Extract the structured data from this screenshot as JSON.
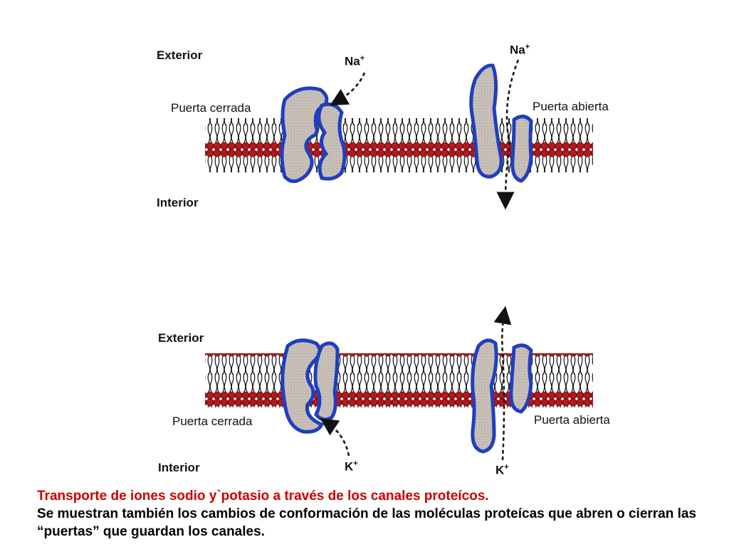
{
  "panel_top": {
    "exterior": "Exterior",
    "interior": "Interior",
    "closed_gate": "Puerta cerrada",
    "open_gate": "Puerta abierta",
    "ion_left": "Na",
    "ion_right": "Na",
    "ion_sup": "+"
  },
  "panel_bottom": {
    "exterior": "Exterior",
    "interior": "Interior",
    "closed_gate": "Puerta cerrada",
    "open_gate": "Puerta abierta",
    "ion_left": "K",
    "ion_right": "K",
    "ion_sup": "+"
  },
  "caption": {
    "title": "Transporte de iones sodio y`potasio a través de los canales proteícos.",
    "body": "Se muestran también los cambios de conformación de las moléculas proteícas que abren o cierran las “puertas” que guardan los canales."
  },
  "colors": {
    "head_group": "#b3191c",
    "protein_outline": "#1f3fbf",
    "protein_fill": "#c9c2bb",
    "caption_title": "#cc0000"
  }
}
